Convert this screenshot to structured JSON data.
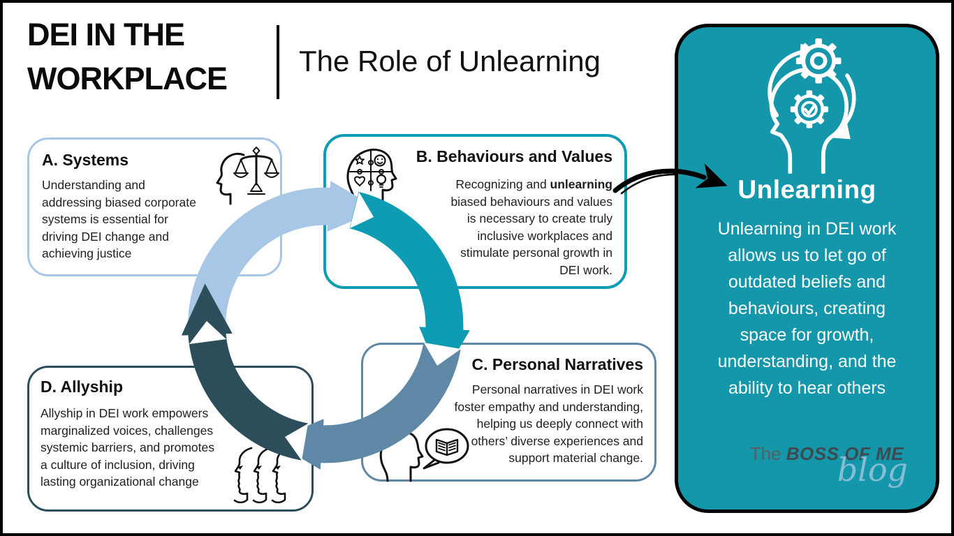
{
  "header": {
    "title_line1": "DEI IN THE",
    "title_line2": "WORKPLACE",
    "subtitle": "The Role of Unlearning"
  },
  "boxes": [
    {
      "label": "A",
      "title": "A. Systems",
      "body": "Understanding and\naddressing biased corporate\nsystems is essential for\ndriving DEI change and\nachieving justice",
      "icon": "head-justice-scales-icon",
      "border_color": "#a8c6e6"
    },
    {
      "label": "B",
      "title": "B. Behaviours and Values",
      "body_prefix": "Recognizing and ",
      "body_bold": "unlearning",
      "body_rest": "\nbiased behaviours and values\nis necessary to create truly\ninclusive workplaces and\nstimulate personal growth in\nDEI work.",
      "icon": "head-puzzle-icon",
      "border_color": "#0d9cb4"
    },
    {
      "label": "C",
      "title": "C. Personal Narratives",
      "body": "Personal narratives in DEI work\nfoster empathy and understanding,\nhelping us deeply connect with\nothers’ diverse experiences and\nsupport material change.",
      "icon": "head-speech-book-icon",
      "border_color": "#5e88a6"
    },
    {
      "label": "D",
      "title": "D. Allyship",
      "body": "Allyship in DEI work empowers\nmarginalized voices, challenges\nsystemic barriers, and promotes\na culture of inclusion, driving\nlasting organizational change",
      "icon": "three-profiles-icon",
      "border_color": "#2b4e5a"
    }
  ],
  "cycle": {
    "arrows": [
      {
        "from": "A",
        "to": "B",
        "color": "#a8c6e6"
      },
      {
        "from": "B",
        "to": "C",
        "color": "#0d9cb4"
      },
      {
        "from": "C",
        "to": "D",
        "color": "#5e88a6"
      },
      {
        "from": "D",
        "to": "A",
        "color": "#2b4e5a"
      }
    ]
  },
  "connector": {
    "color": "#000000",
    "points_to": "Unlearning"
  },
  "panel": {
    "bg_color": "#1496ab",
    "title": "Unlearning",
    "body": "Unlearning in DEI work\nallows us to let go of\noutdated beliefs and\nbehaviours, creating\nspace for growth,\nunderstanding, and the\nability to hear others",
    "icon": "head-gears-cycle-icon",
    "logo": {
      "prefix": "The",
      "main": "BOSS OF ME",
      "script": "blog"
    }
  }
}
